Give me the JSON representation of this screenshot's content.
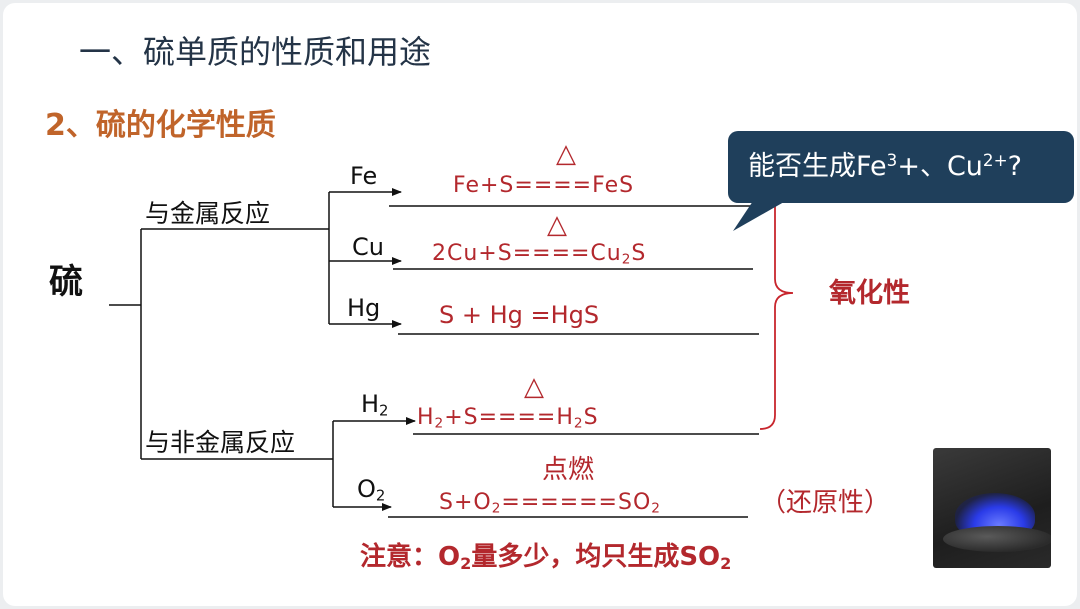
{
  "title": "一、硫单质的性质和用途",
  "subtitle": "2、硫的化学性质",
  "root": "硫",
  "branches": {
    "metal": "与金属反应",
    "nonmetal": "与非金属反应"
  },
  "reactants": {
    "fe": "Fe",
    "cu": "Cu",
    "hg": "Hg",
    "h2": "H",
    "h2_sub": "2",
    "o2": "O",
    "o2_sub": "2"
  },
  "equations": {
    "fe": "Fe+S====FeS",
    "cu_a": "2Cu+S====Cu",
    "cu_sub": "2",
    "cu_b": "S",
    "hg": "S + Hg =HgS",
    "h2_a": "H",
    "h2_sub": "2",
    "h2_b": "+S====H",
    "h2_sub2": "2",
    "h2_c": "S",
    "o2_a": "S+O",
    "o2_sub": "2",
    "o2_b": "======SO",
    "o2_sub2": "2"
  },
  "conditions": {
    "heat": "△",
    "ignite": "点燃"
  },
  "labels": {
    "oxidizing": "氧化性",
    "reducing": "（还原性）"
  },
  "bubble": {
    "a": "能否生成Fe",
    "sup1": "3",
    "b": "+、Cu",
    "sup2": "2+",
    "c": "?"
  },
  "note": {
    "a": "注意：O",
    "sub": "2",
    "b": "量多少，均只生成SO",
    "sub2": "2"
  },
  "colors": {
    "equation_red": "#b3282d",
    "title_dark": "#243447",
    "subtitle_orange": "#c0642a",
    "bubble_navy": "#1f3f5b"
  }
}
